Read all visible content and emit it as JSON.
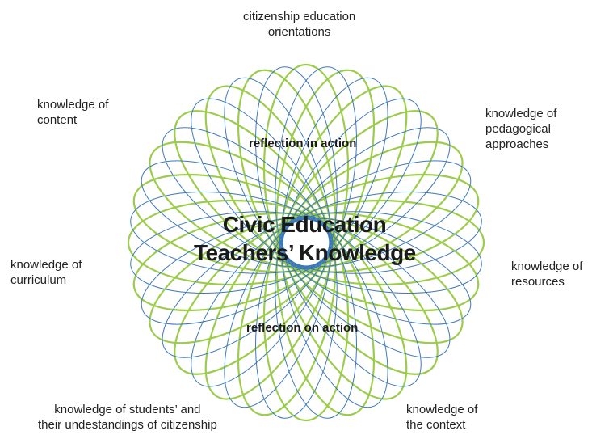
{
  "diagram": {
    "center": {
      "line1": "Civic Education",
      "line2": "Teachers’ Knowledge"
    },
    "inner_labels": {
      "top": "reflection in action",
      "bottom": "reflection on action"
    },
    "outer_labels": {
      "top": "citizenship education\norientations",
      "top_left": "knowledge of\ncontent",
      "top_right": "knowledge of\npedagogical\napproaches",
      "left": "knowledge of\ncurriculum",
      "right": "knowledge of\nresources",
      "bottom_left": "knowledge of students’ and\ntheir undestandings of citizenship",
      "bottom_right": "knowledge of\nthe context"
    },
    "colors": {
      "green": "#9ccc4c",
      "blue": "#3d79b8",
      "text": "#222222"
    }
  }
}
